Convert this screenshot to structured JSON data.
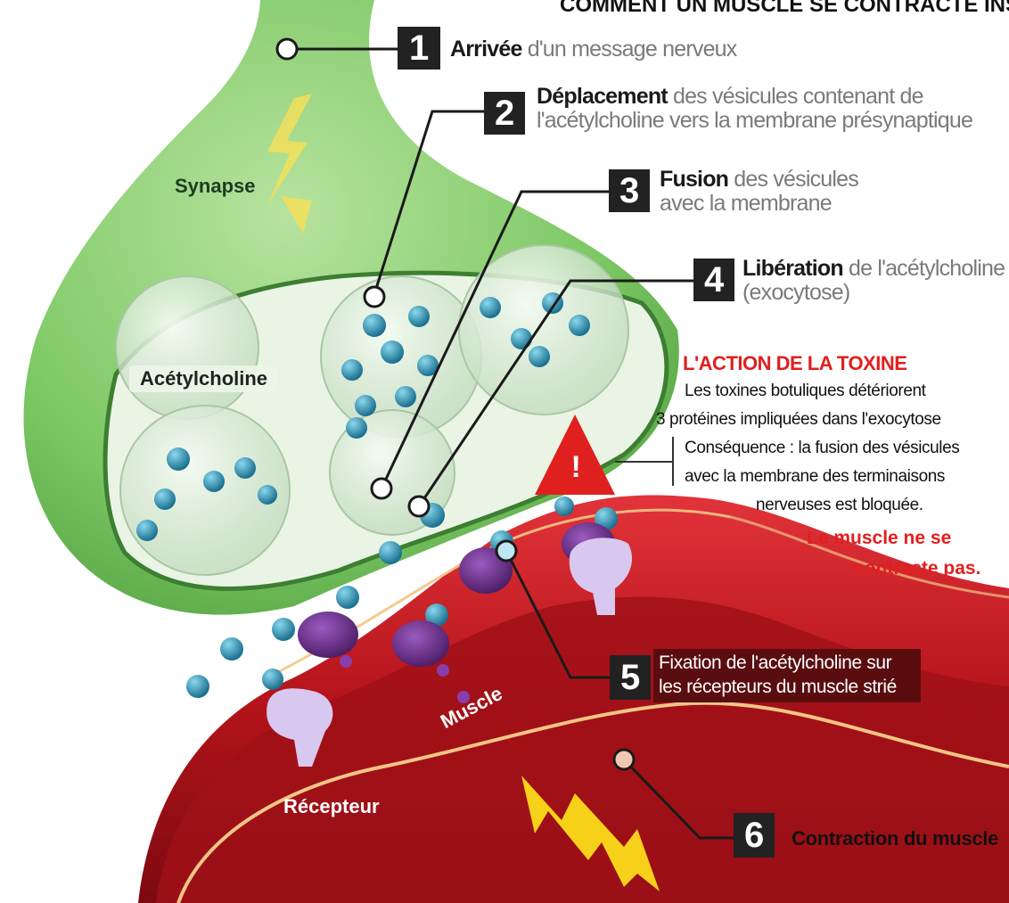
{
  "header": "COMMENT UN MUSCLE SE CONTRACTE INSTA",
  "steps": [
    {
      "num": "1",
      "bold": "Arrivée",
      "rest": " d'un message nerveux"
    },
    {
      "num": "2",
      "bold": "Déplacement",
      "rest": " des vésicules contenant de l'acétylcholine vers la membrane présynaptique"
    },
    {
      "num": "3",
      "bold": "Fusion",
      "rest": " des vésicules avec la membrane"
    },
    {
      "num": "4",
      "bold": "Libération",
      "rest": " de l'acétylcholine (exocytose)"
    },
    {
      "num": "5",
      "text": "Fixation de l'acétylcholine sur les récepteurs du muscle strié"
    },
    {
      "num": "6",
      "text": "Contraction du muscle"
    }
  ],
  "labels": {
    "synapse": "Synapse",
    "acetylcholine": "Acétylcholine",
    "muscle": "Muscle",
    "recepteur": "Récepteur"
  },
  "toxin": {
    "title": "L'ACTION DE LA TOXINE",
    "lines": [
      "Les toxines botuliques détériorent",
      "3 protéines impliquées dans l'exocytose",
      "Conséquence : la fusion des vésicules",
      "avec la membrane des terminaisons",
      "nerveuses est bloquée."
    ],
    "conclusion_1": "Le muscle ne se",
    "conclusion_2": "contracte pas.",
    "warning_symbol": "!"
  },
  "colors": {
    "synapse_green": "#6fc35a",
    "muscle_red": "#c0171e",
    "toxin_red": "#e0201f",
    "vesicle_ball": "#2a8fb0",
    "receptor_purple": "#6a2d86"
  }
}
